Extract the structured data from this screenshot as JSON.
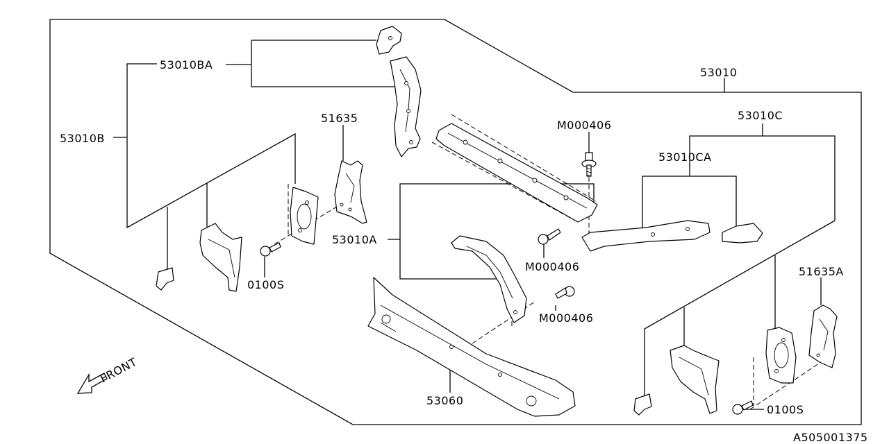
{
  "diagram": {
    "doc_code": "A505001375",
    "front_label": "FRONT",
    "parts": {
      "p53010": "53010",
      "p53010BA": "53010BA",
      "p53010B": "53010B",
      "p51635": "51635",
      "p53010C": "53010C",
      "p53010CA": "53010CA",
      "p53010A": "53010A",
      "p51635A": "51635A",
      "p53060": "53060",
      "bolt_m_top": "M000406",
      "bolt_m_mid": "M000406",
      "bolt_m_low": "M000406",
      "bolt_0100s_left": "0100S",
      "bolt_0100s_right": "0100S"
    }
  }
}
